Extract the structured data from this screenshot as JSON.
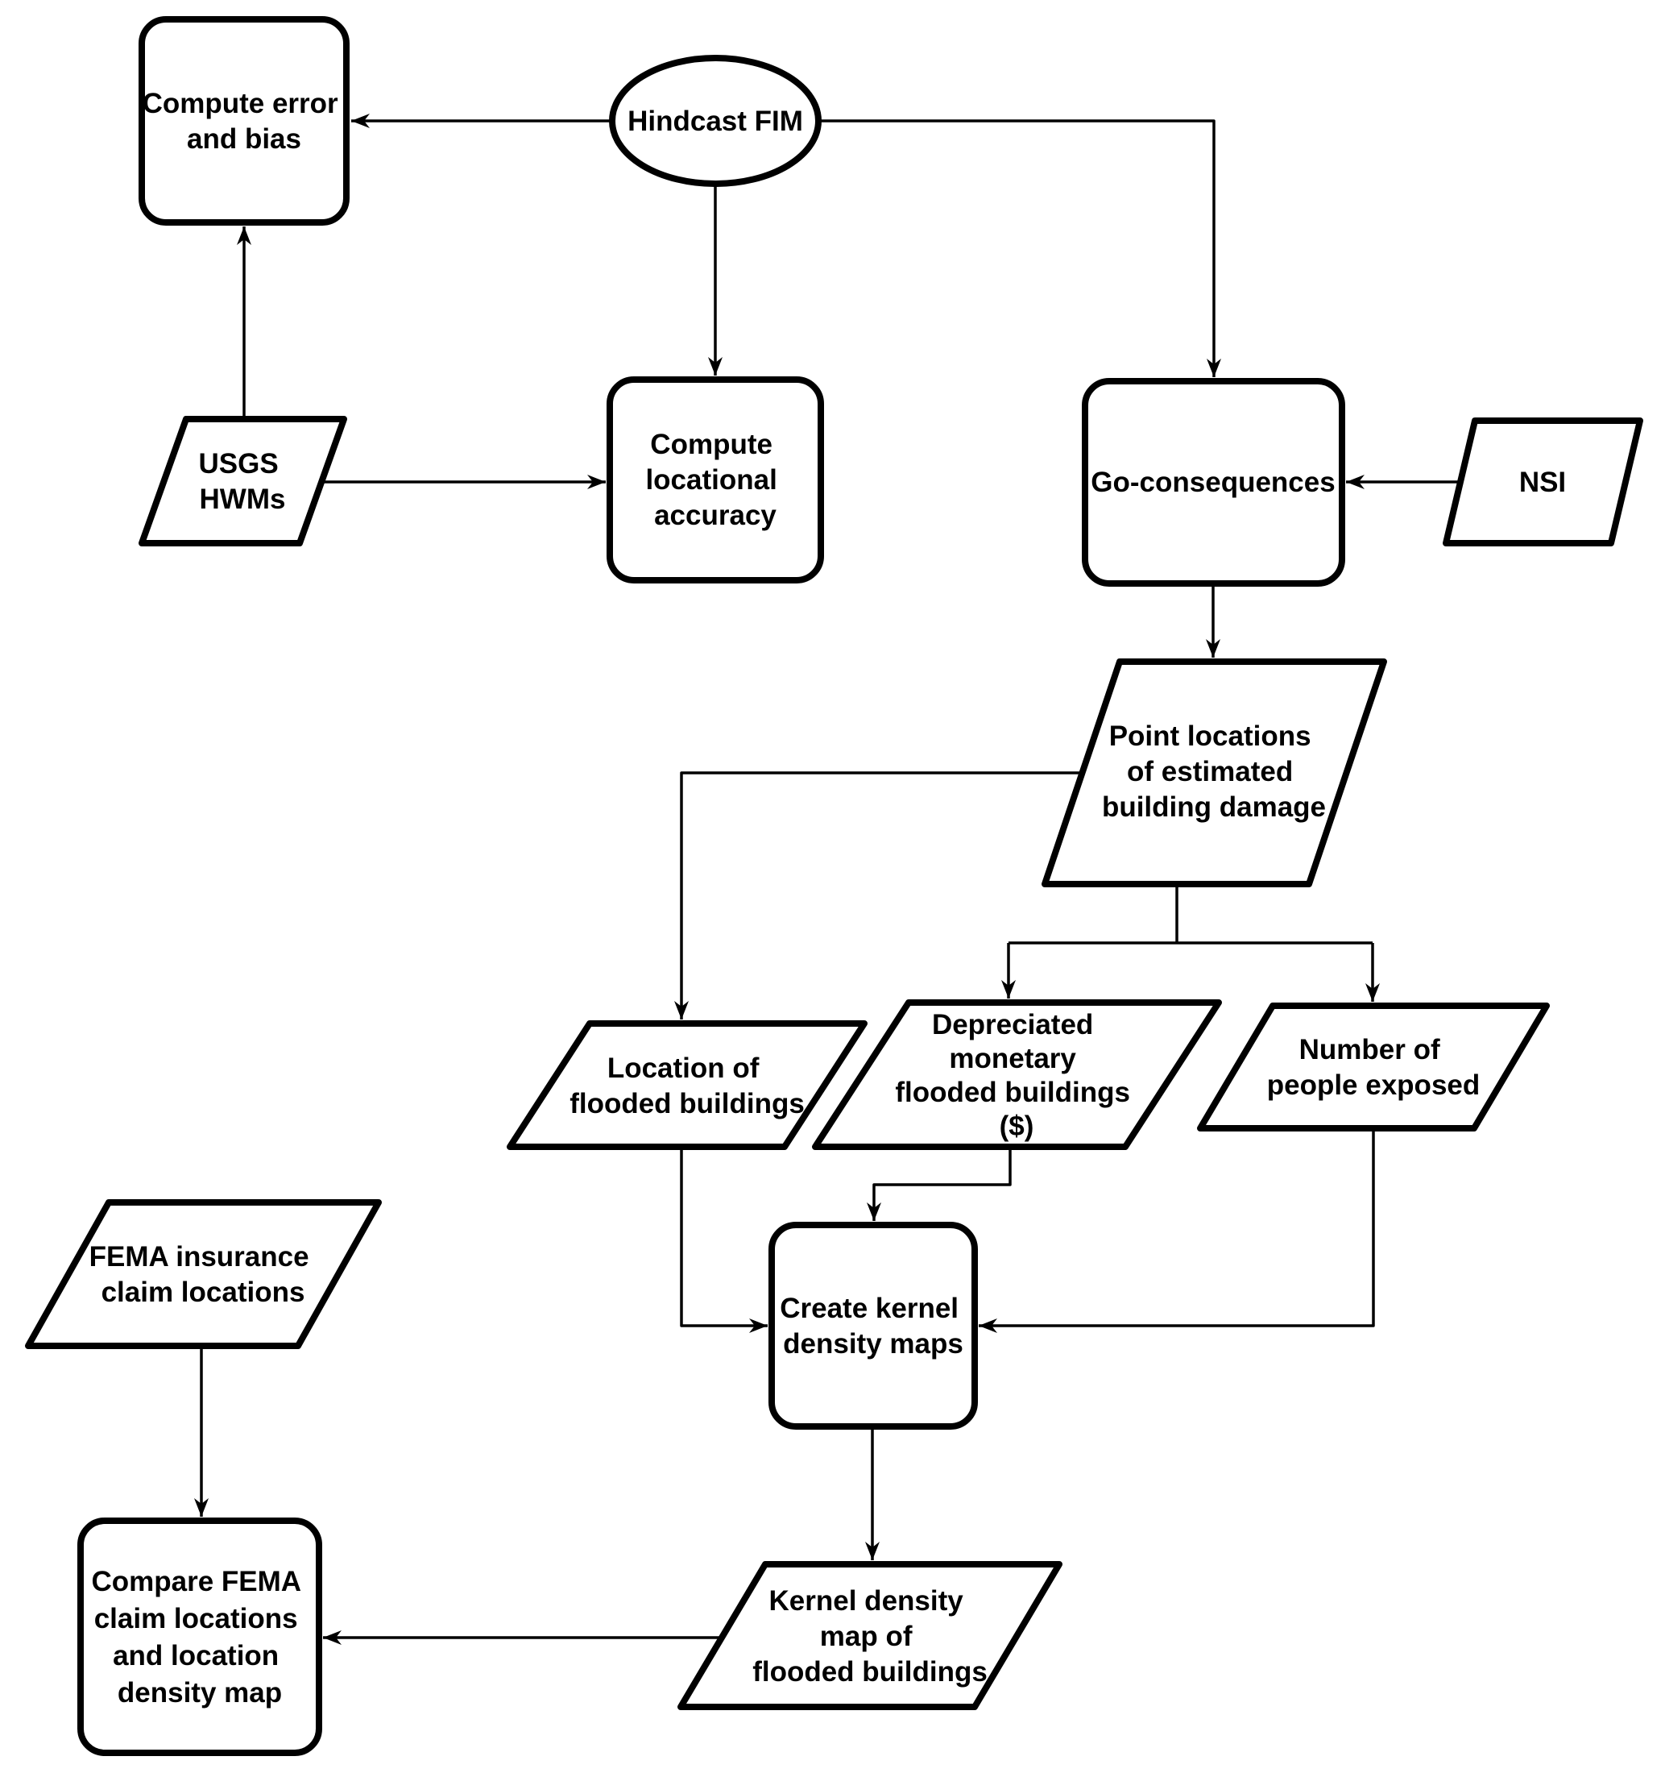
{
  "diagram": {
    "title": "Flood impact model validation flowchart",
    "background_color": "#ffffff",
    "line_color": "#000000",
    "shape_fill_color": "#ffffff",
    "text_color": "#000000"
  },
  "nodes": {
    "compute_error": {
      "shape": "rounded-rect",
      "role": "process",
      "label": "Compute error and bias",
      "lines": [
        "Compute error",
        "and bias"
      ]
    },
    "hindcast_fim": {
      "shape": "ellipse",
      "role": "start",
      "label": "Hindcast FIM",
      "lines": [
        "Hindcast FIM"
      ]
    },
    "usgs_hwms": {
      "shape": "parallelogram",
      "role": "data",
      "label": "USGS HWMs",
      "lines": [
        "USGS",
        "HWMs"
      ]
    },
    "compute_locational_accuracy": {
      "shape": "rounded-rect",
      "role": "process",
      "label": "Compute locational accuracy",
      "lines": [
        "Compute",
        "locational",
        "accuracy"
      ]
    },
    "go_consequences": {
      "shape": "rounded-rect",
      "role": "process",
      "label": "Go-consequences",
      "lines": [
        "Go-consequences"
      ]
    },
    "nsi": {
      "shape": "parallelogram",
      "role": "data",
      "label": "NSI",
      "lines": [
        "NSI"
      ]
    },
    "point_locations": {
      "shape": "parallelogram",
      "role": "data",
      "label": "Point locations of estimated building damage",
      "lines": [
        "Point locations",
        "of estimated",
        "building damage"
      ]
    },
    "location_flooded": {
      "shape": "parallelogram",
      "role": "data",
      "label": "Location of flooded buildings",
      "lines": [
        "Location of",
        "flooded buildings"
      ]
    },
    "depreciated_monetary": {
      "shape": "parallelogram",
      "role": "data",
      "label": "Depreciated monetary flooded buildings ($)",
      "lines": [
        "Depreciated",
        "monetary",
        "flooded buildings",
        "($)"
      ]
    },
    "people_exposed": {
      "shape": "parallelogram",
      "role": "data",
      "label": "Number of people exposed",
      "lines": [
        "Number of",
        "people exposed"
      ]
    },
    "create_kernel": {
      "shape": "rounded-rect",
      "role": "process",
      "label": "Create kernel density maps",
      "lines": [
        "Create kernel",
        "density maps"
      ]
    },
    "fema_claims": {
      "shape": "parallelogram",
      "role": "data",
      "label": "FEMA insurance claim locations",
      "lines": [
        "FEMA insurance",
        "claim locations"
      ]
    },
    "compare_fema": {
      "shape": "rounded-rect",
      "role": "process",
      "label": "Compare FEMA claim locations and location density map",
      "lines": [
        "Compare FEMA",
        "claim locations",
        "and location",
        "density map"
      ]
    },
    "kernel_map": {
      "shape": "parallelogram",
      "role": "data",
      "label": "Kernel density map of flooded buildings",
      "lines": [
        "Kernel density",
        "map of",
        "flooded buildings"
      ]
    }
  },
  "edges": [
    {
      "from": "hindcast_fim",
      "to": "compute_error"
    },
    {
      "from": "hindcast_fim",
      "to": "compute_locational_accuracy"
    },
    {
      "from": "hindcast_fim",
      "to": "go_consequences"
    },
    {
      "from": "usgs_hwms",
      "to": "compute_error"
    },
    {
      "from": "usgs_hwms",
      "to": "compute_locational_accuracy"
    },
    {
      "from": "nsi",
      "to": "go_consequences"
    },
    {
      "from": "go_consequences",
      "to": "point_locations"
    },
    {
      "from": "point_locations",
      "to": "location_flooded"
    },
    {
      "from": "point_locations",
      "to": "depreciated_monetary"
    },
    {
      "from": "point_locations",
      "to": "people_exposed"
    },
    {
      "from": "location_flooded",
      "to": "create_kernel"
    },
    {
      "from": "depreciated_monetary",
      "to": "create_kernel"
    },
    {
      "from": "people_exposed",
      "to": "create_kernel"
    },
    {
      "from": "create_kernel",
      "to": "kernel_map"
    },
    {
      "from": "kernel_map",
      "to": "compare_fema"
    },
    {
      "from": "fema_claims",
      "to": "compare_fema"
    }
  ]
}
